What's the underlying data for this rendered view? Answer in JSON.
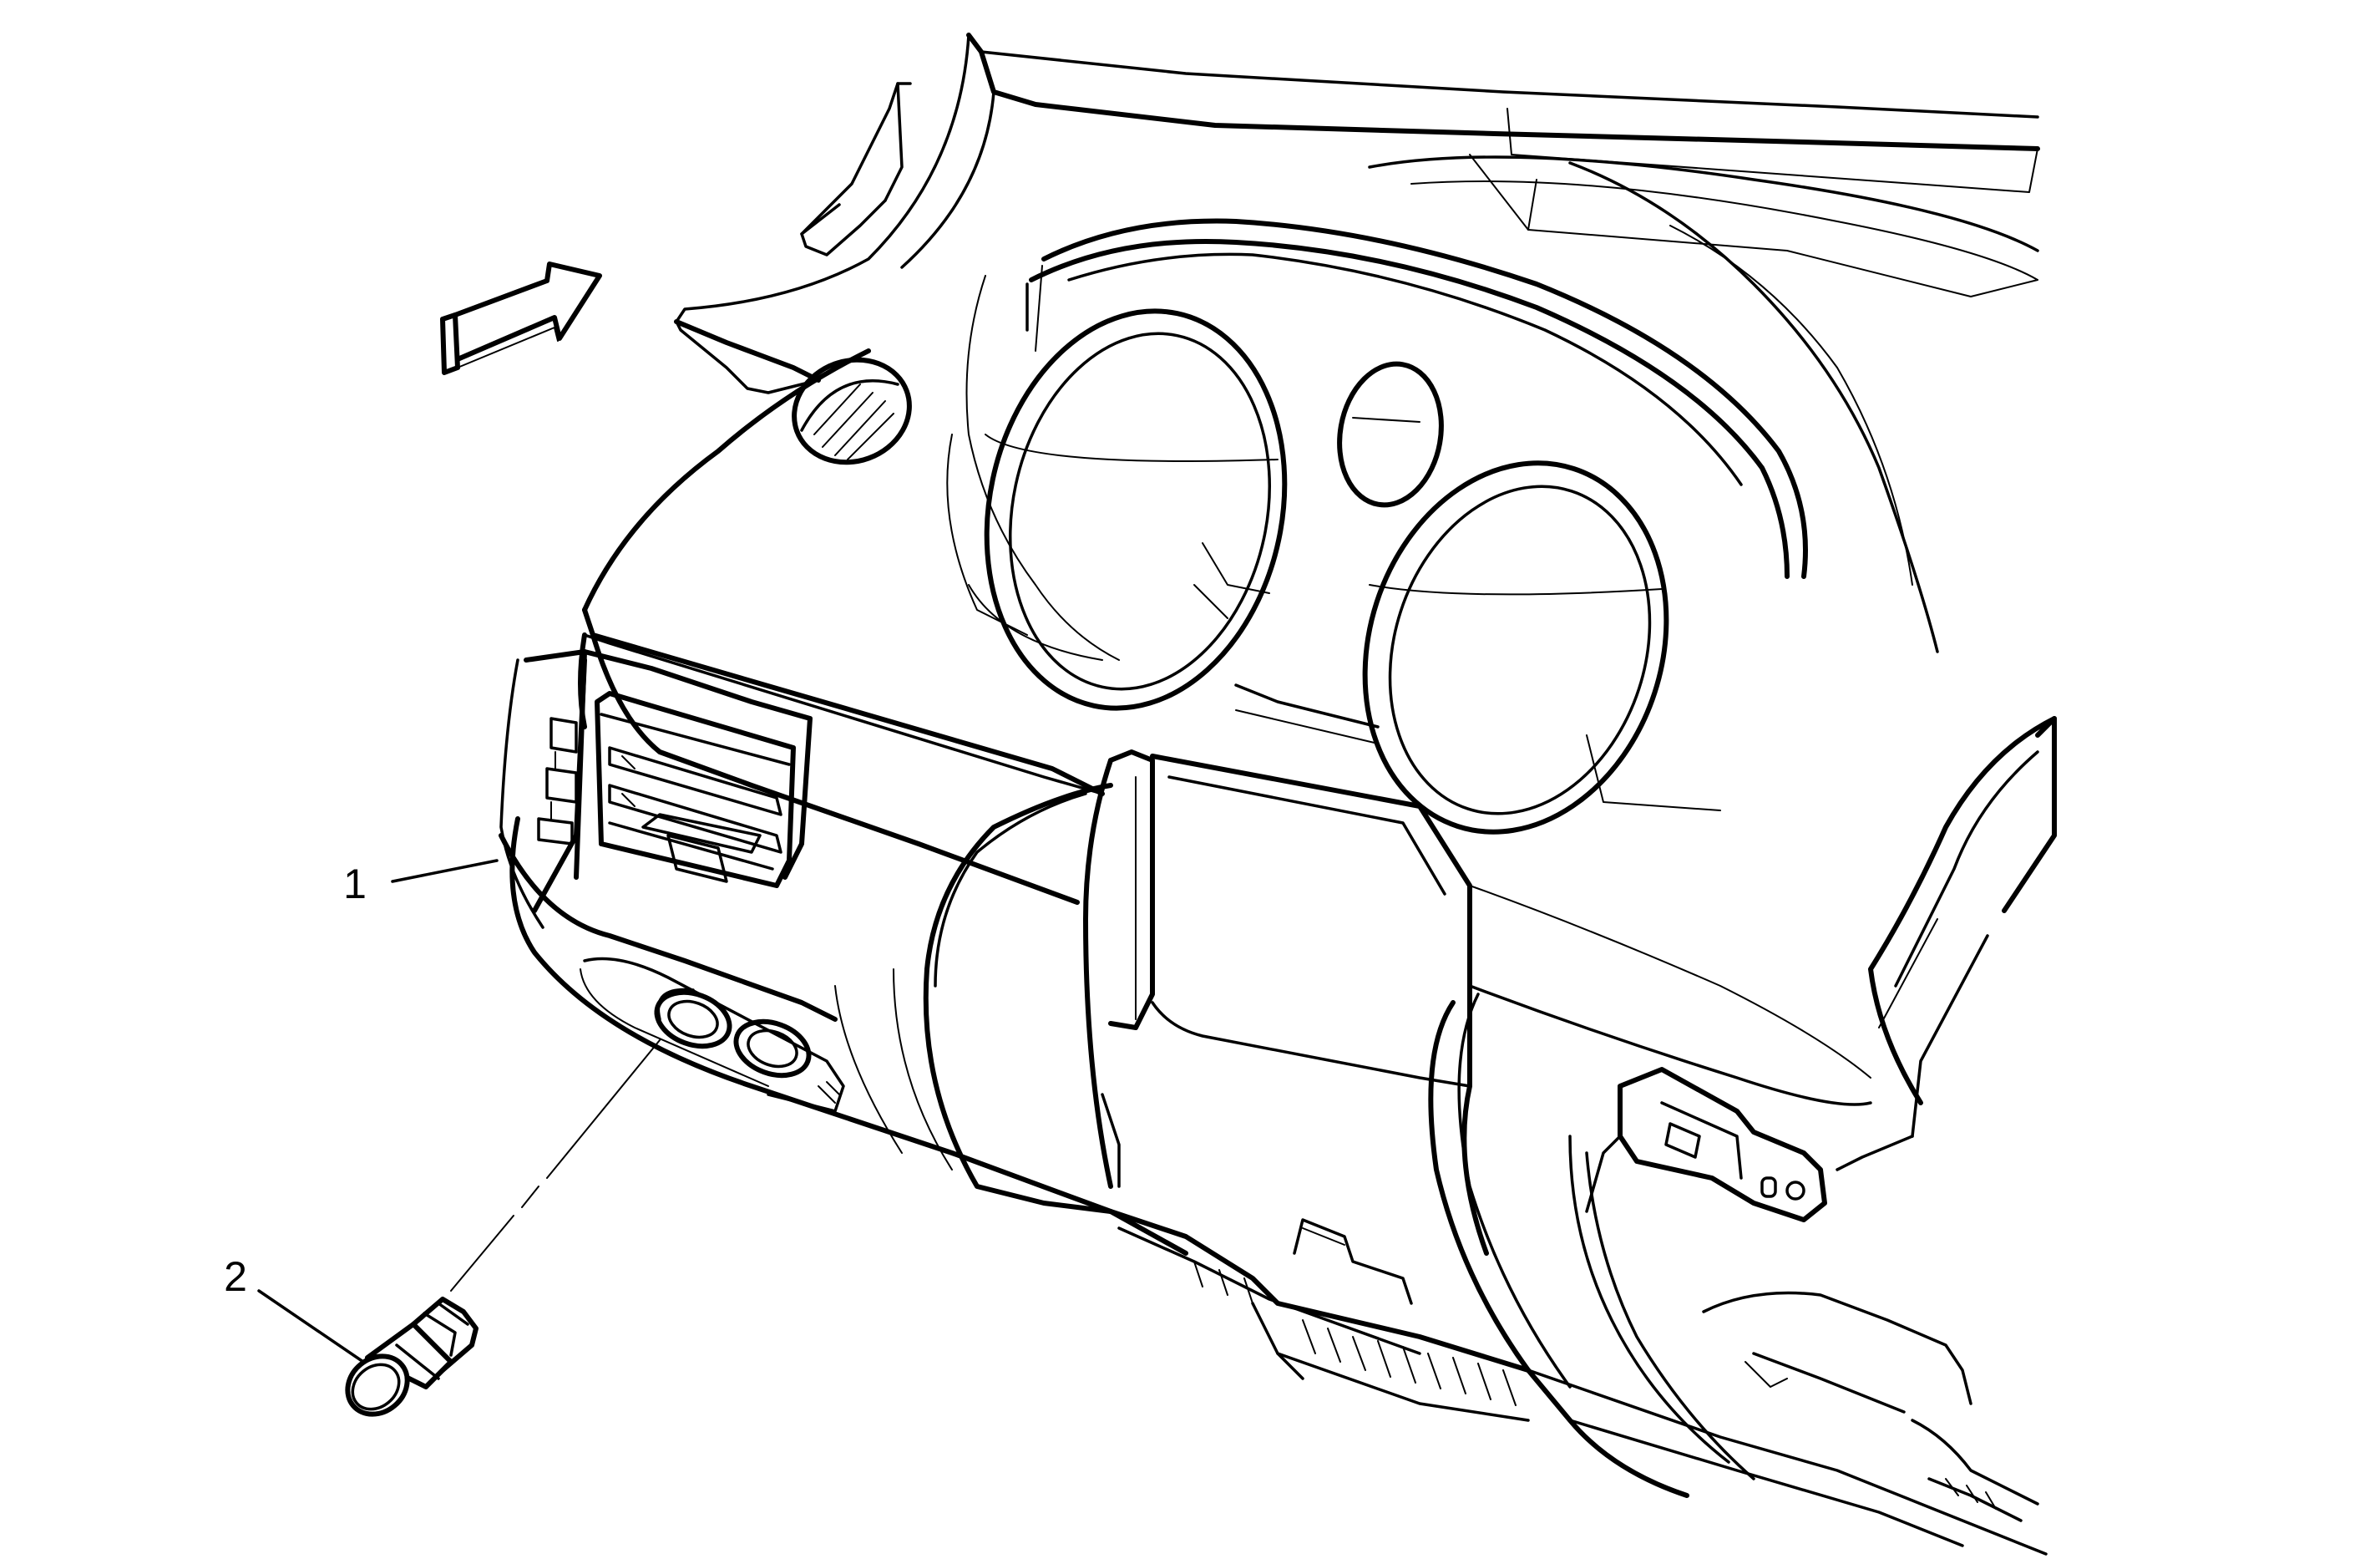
{
  "callouts": [
    {
      "id": "1",
      "label": "1"
    },
    {
      "id": "2",
      "label": "2"
    }
  ],
  "icons": {
    "direction_arrow": "front-direction-arrow-icon"
  },
  "colors": {
    "line": "#000000",
    "background": "#ffffff"
  }
}
